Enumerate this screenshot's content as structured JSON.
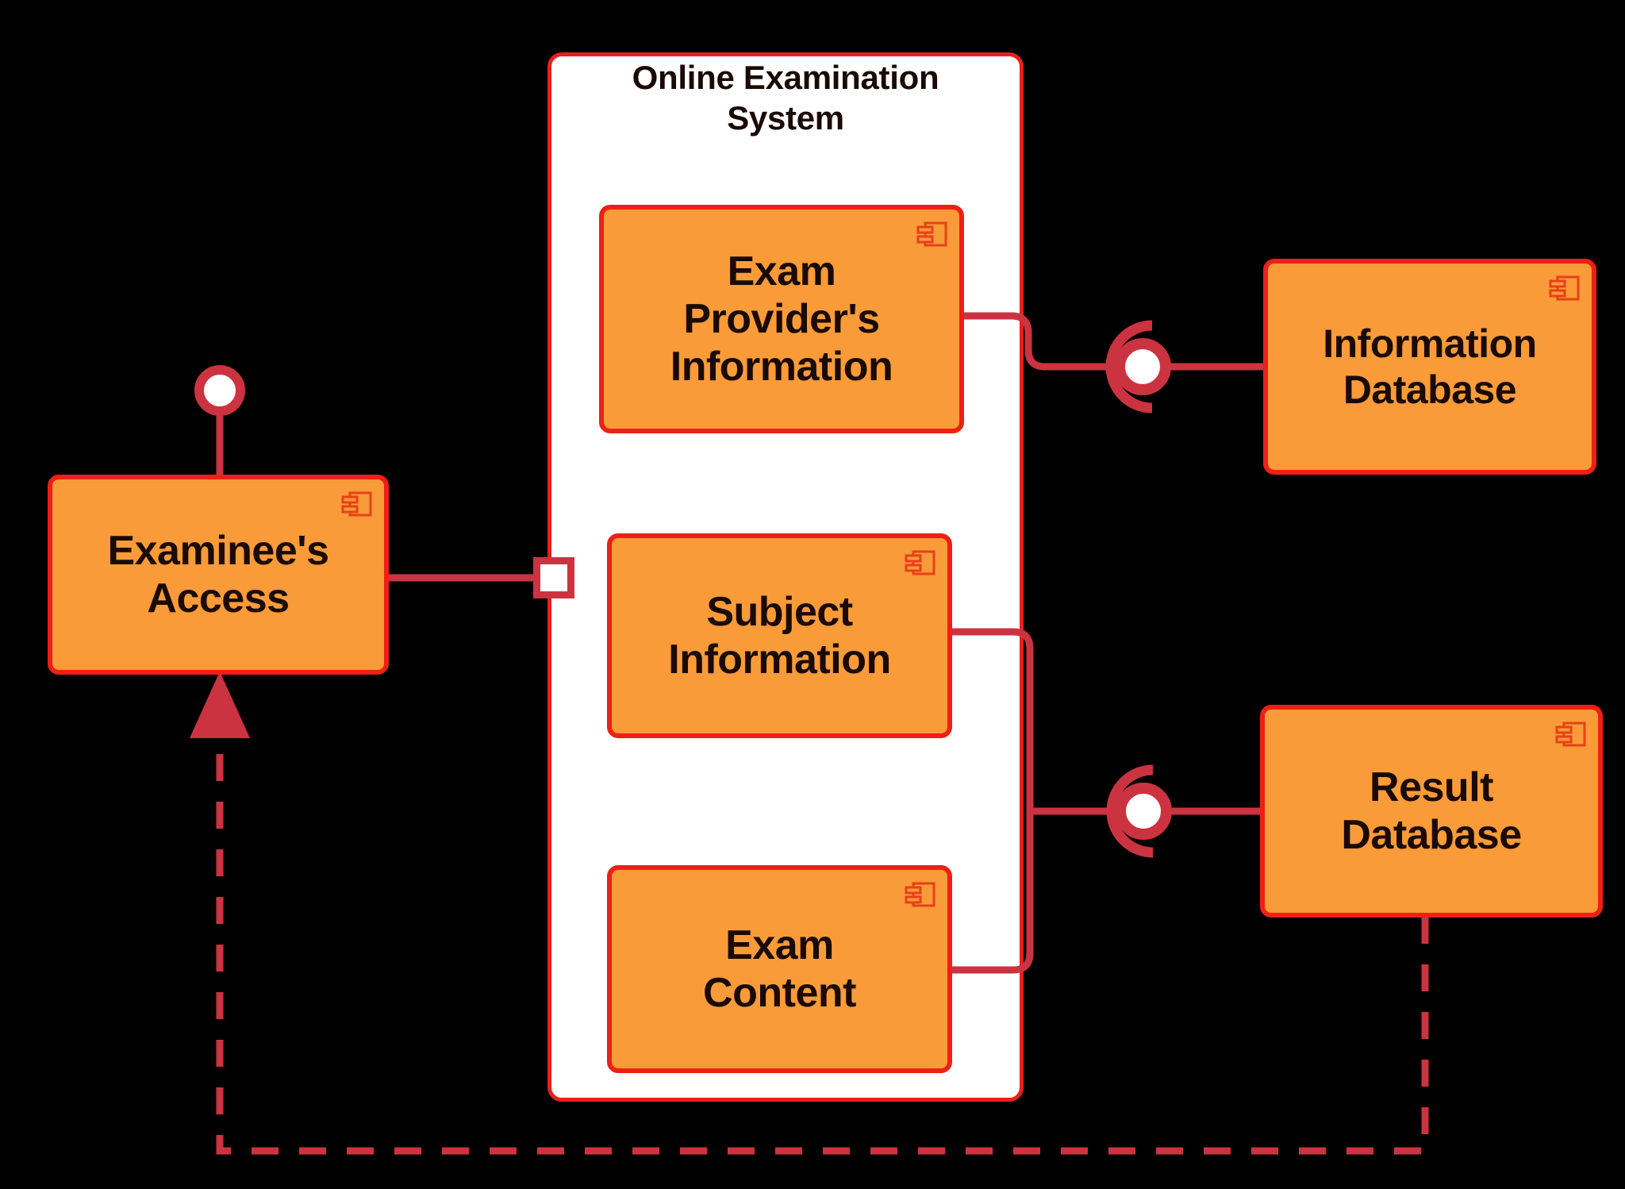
{
  "diagram": {
    "type": "uml-component-diagram",
    "title": "Online Examination System",
    "background_color": "#000000",
    "component_fill": "#F99B38",
    "component_border": "#EE2015",
    "connector_color": "#CC3340",
    "boundary_fill": "#FFFFFF",
    "boundary_border": "#E8201A",
    "text_color": "#1A0A06"
  },
  "system": {
    "name": "Online Examination System",
    "title_line1": "Online Examination",
    "title_line2": "System"
  },
  "components": {
    "examinee_access": {
      "label": "Examinee's\nAccess",
      "icon": "component-icon"
    },
    "exam_provider_information": {
      "label": "Exam\nProvider's\nInformation",
      "icon": "component-icon"
    },
    "subject_information": {
      "label": "Subject\nInformation",
      "icon": "component-icon"
    },
    "exam_content": {
      "label": "Exam\nContent",
      "icon": "component-icon"
    },
    "information_database": {
      "label": "Information\nDatabase",
      "icon": "component-icon"
    },
    "result_database": {
      "label": "Result\nDatabase",
      "icon": "component-icon"
    }
  },
  "connectors": [
    {
      "id": "examinee-provided-interface",
      "kind": "provided-interface-lollipop",
      "from": "examinee_access",
      "label": ""
    },
    {
      "id": "examinee-to-system-port",
      "kind": "port",
      "from": "examinee_access",
      "to": "system",
      "label": ""
    },
    {
      "id": "provider-info-to-information-database",
      "kind": "assembly-ball-and-socket",
      "from": "exam_provider_information",
      "to": "information_database",
      "label": ""
    },
    {
      "id": "subject-and-content-to-result-database",
      "kind": "assembly-ball-and-socket",
      "from": "subject_information",
      "to": "result_database",
      "label": ""
    },
    {
      "id": "result-database-to-examinee-access",
      "kind": "dependency-dashed-arrow",
      "from": "result_database",
      "to": "examinee_access",
      "label": ""
    }
  ]
}
